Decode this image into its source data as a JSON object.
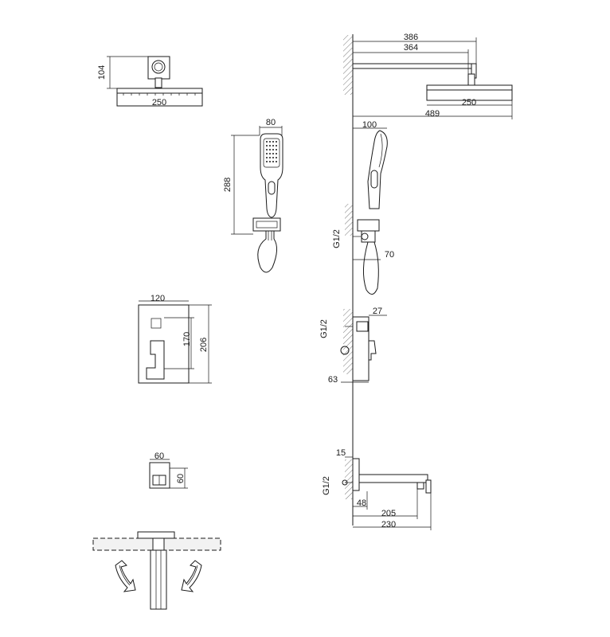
{
  "dimensions": {
    "shower_head_height": "104",
    "shower_head_width": "250",
    "hand_shower_width": "80",
    "hand_shower_length": "288",
    "mixer_plate_width": "120",
    "mixer_handle_height": "170",
    "mixer_plate_height": "206",
    "outlet_width": "60",
    "outlet_height": "60",
    "arm_length_outer": "386",
    "arm_length_inner": "364",
    "side_head_width": "250",
    "side_total_projection": "489",
    "side_hand_shower_width": "100",
    "side_hand_thread": "G1/2",
    "side_hand_depth": "70",
    "side_mixer_outlet": "27",
    "side_mixer_thread": "G1/2",
    "side_mixer_depth": "63",
    "spout_height": "15",
    "spout_thread": "G1/2",
    "spout_base": "48",
    "spout_length_inner": "205",
    "spout_length_outer": "230"
  }
}
